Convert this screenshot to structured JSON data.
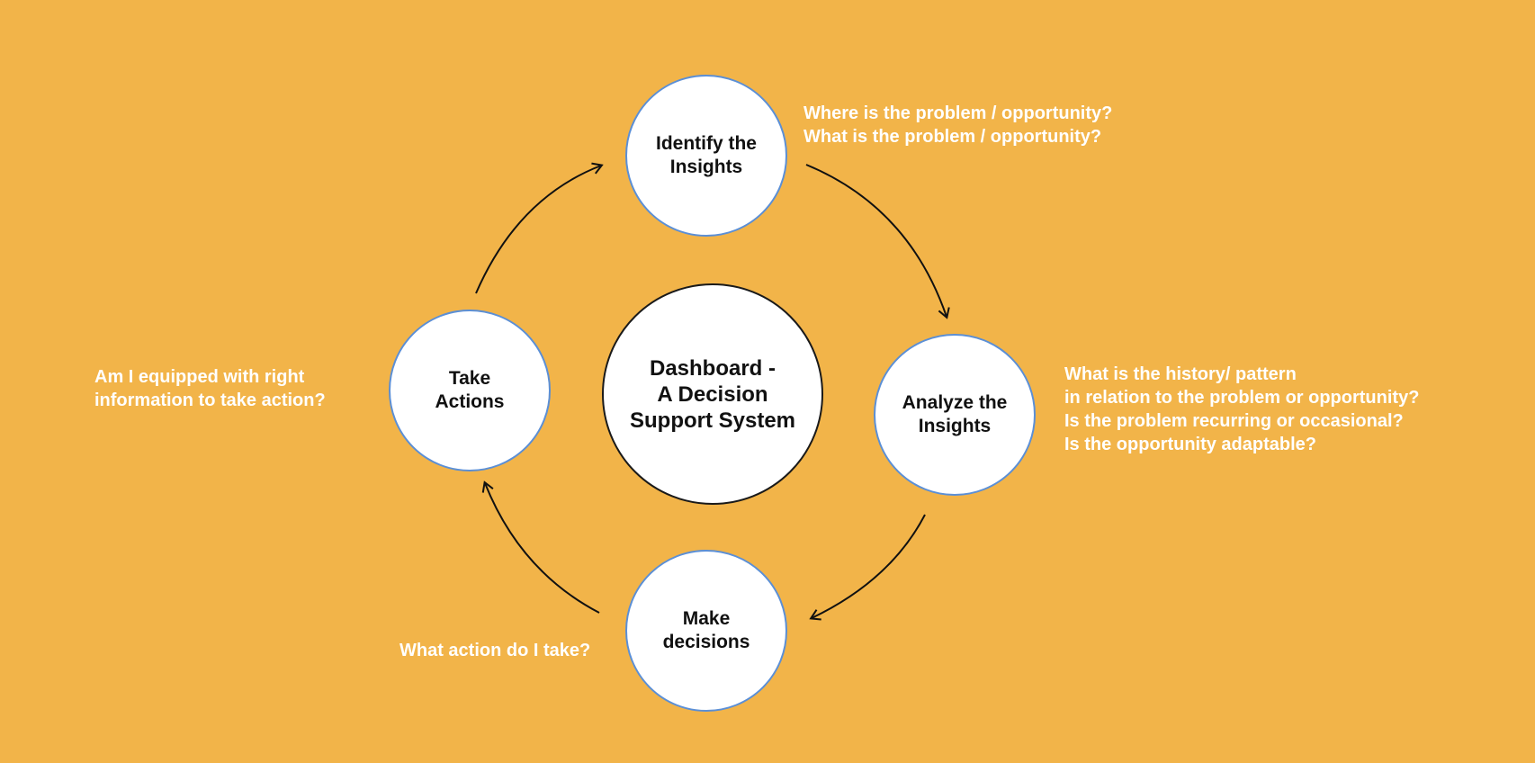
{
  "diagram": {
    "center": {
      "label": "Dashboard -\nA Decision\nSupport System"
    },
    "nodes": [
      {
        "id": "identify",
        "label": "Identify the\nInsights"
      },
      {
        "id": "analyze",
        "label": "Analyze the\nInsights"
      },
      {
        "id": "decide",
        "label": "Make\ndecisions"
      },
      {
        "id": "act",
        "label": "Take\nActions"
      }
    ],
    "questions": {
      "identify": [
        "Where is the problem / opportunity?",
        "What is the problem / opportunity?"
      ],
      "analyze": [
        "What is the history/ pattern",
        "in relation to the problem or opportunity?",
        "Is the problem recurring or occasional?",
        "Is the opportunity adaptable?"
      ],
      "decide": [
        "What action do I take?"
      ],
      "act": [
        "Am I equipped with right",
        "information to take action?"
      ]
    }
  },
  "colors": {
    "background": "#F2B449",
    "node_fill": "#FFFFFF",
    "node_border": "#5B8FD6",
    "center_border": "#1A1A1A",
    "question_text": "#FFFFFF",
    "arrow": "#111111"
  }
}
